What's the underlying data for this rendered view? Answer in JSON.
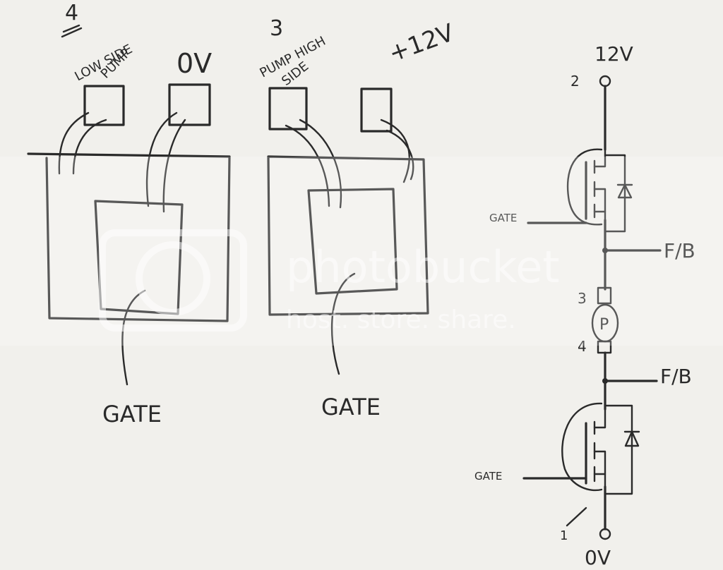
{
  "left_package": {
    "pin_left_number": "4",
    "pin_left_label_line1": "LOW SIDE",
    "pin_left_label_line2": "PUMP",
    "pin_right_label": "0V",
    "gate_label": "GATE"
  },
  "right_package": {
    "pin_left_number": "3",
    "pin_left_label_line1": "PUMP HIGH",
    "pin_left_label_line2": "SIDE",
    "pin_right_label": "+12V",
    "gate_label": "GATE"
  },
  "schematic": {
    "top_rail_label": "12V",
    "top_node_number": "2",
    "high_gate_label": "GATE",
    "fb_top_label": "F/B",
    "pump_pin_top": "3",
    "pump_pin_bottom": "4",
    "pump_symbol": "P",
    "fb_bottom_label": "F/B",
    "low_gate_label": "GATE",
    "bottom_node_number": "1",
    "bottom_rail_label": "0V"
  },
  "watermark": {
    "brand": "photobucket",
    "tagline": "host. store. share."
  }
}
